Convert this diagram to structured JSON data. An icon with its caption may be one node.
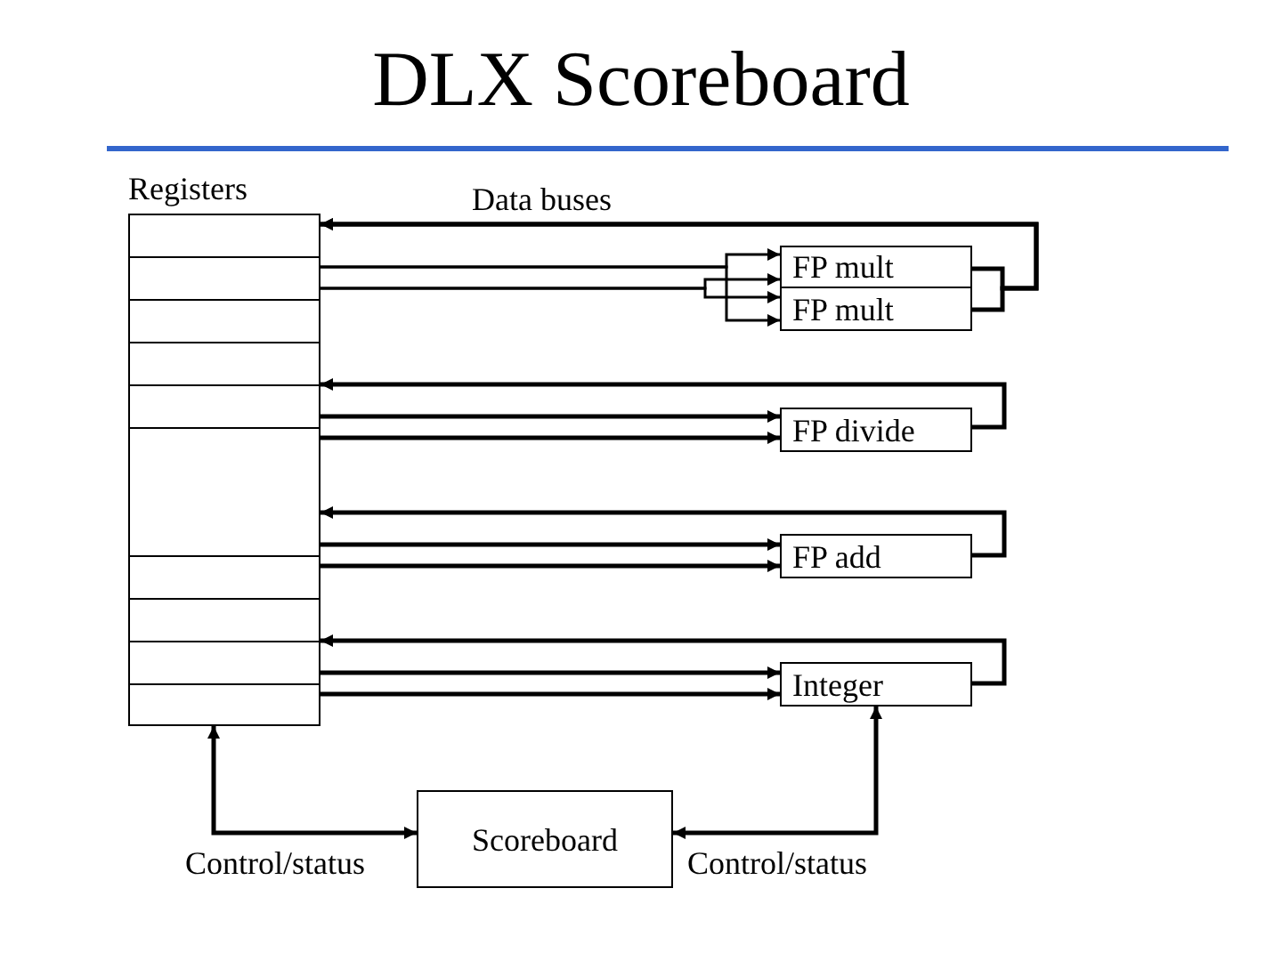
{
  "diagram": {
    "title": "DLX Scoreboard",
    "nodes": [
      {
        "text": [
          "Registers"
        ]
      },
      {
        "text": [
          "FP mult"
        ]
      },
      {
        "text": [
          "FP mult"
        ]
      },
      {
        "text": [
          "FP divide"
        ]
      },
      {
        "text": [
          "FP add"
        ]
      },
      {
        "text": [
          "Integer"
        ]
      },
      {
        "text": [
          "Scoreboard"
        ]
      }
    ],
    "edges": [
      {
        "from": 0,
        "to": 1,
        "arrow": "to"
      },
      {
        "from": 0,
        "to": 2,
        "arrow": "to"
      },
      {
        "from": 0,
        "to": 1,
        "arrow": "to"
      },
      {
        "from": 0,
        "to": 2,
        "arrow": "to"
      },
      {
        "from": 1,
        "to": 0,
        "arrow": "to"
      },
      {
        "from": 2,
        "to": 0,
        "arrow": "to"
      },
      {
        "from": 0,
        "to": 3,
        "arrow": "to"
      },
      {
        "from": 0,
        "to": 3,
        "arrow": "to"
      },
      {
        "from": 3,
        "to": 0,
        "arrow": "to"
      },
      {
        "from": 0,
        "to": 4,
        "arrow": "to"
      },
      {
        "from": 0,
        "to": 4,
        "arrow": "to"
      },
      {
        "from": 4,
        "to": 0,
        "arrow": "to"
      },
      {
        "from": 0,
        "to": 5,
        "arrow": "to"
      },
      {
        "from": 0,
        "to": 5,
        "arrow": "to"
      },
      {
        "from": 5,
        "to": 0,
        "arrow": "to"
      },
      {
        "from": 0,
        "to": 6,
        "arrow": "both",
        "label": "Control/status"
      },
      {
        "from": 6,
        "to": 5,
        "arrow": "both",
        "label": "Control/status"
      }
    ],
    "labels": [
      "Data buses"
    ]
  }
}
